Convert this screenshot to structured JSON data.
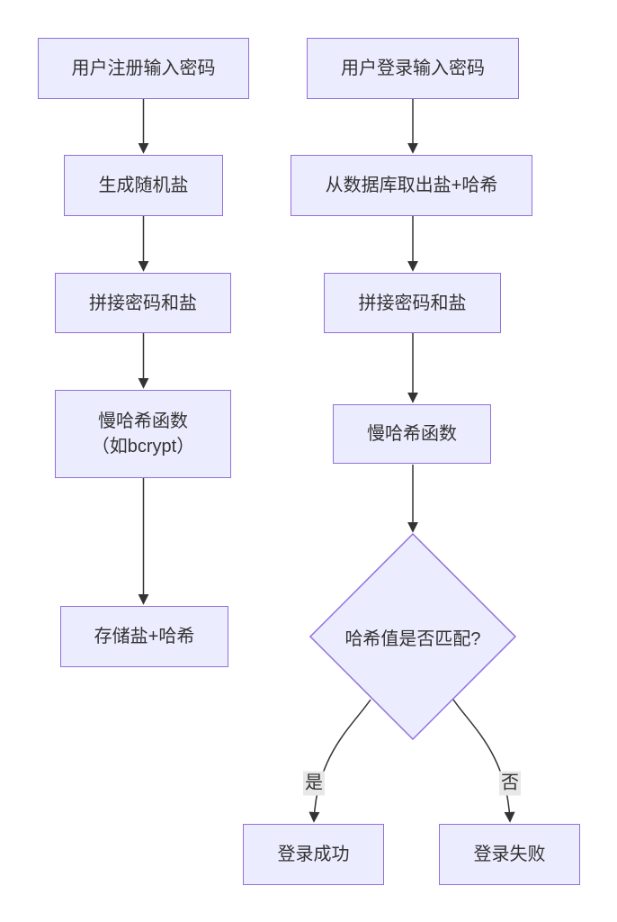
{
  "diagram": {
    "type": "flowchart",
    "colors": {
      "node_fill": "#ECECFF",
      "node_border": "#9370DB",
      "edge_line": "#333333",
      "text": "#333333",
      "edge_label_bg": "#e8e8e8",
      "background": "#ffffff"
    },
    "registration_flow": {
      "step1": "用户注册输入密码",
      "step2": "生成随机盐",
      "step3": "拼接密码和盐",
      "step4_line1": "慢哈希函数",
      "step4_line2": "（如bcrypt）",
      "step5": "存储盐+哈希"
    },
    "login_flow": {
      "step1": "用户登录输入密码",
      "step2": "从数据库取出盐+哈希",
      "step3": "拼接密码和盐",
      "step4": "慢哈希函数",
      "decision": "哈希值是否匹配?",
      "yes_label": "是",
      "no_label": "否",
      "success": "登录成功",
      "failure": "登录失败"
    },
    "edges": [
      {
        "from": "用户注册输入密码",
        "to": "生成随机盐",
        "label": ""
      },
      {
        "from": "生成随机盐",
        "to": "拼接密码和盐",
        "label": ""
      },
      {
        "from": "拼接密码和盐",
        "to": "慢哈希函数（如bcrypt）",
        "label": ""
      },
      {
        "from": "慢哈希函数（如bcrypt）",
        "to": "存储盐+哈希",
        "label": ""
      },
      {
        "from": "用户登录输入密码",
        "to": "从数据库取出盐+哈希",
        "label": ""
      },
      {
        "from": "从数据库取出盐+哈希",
        "to": "拼接密码和盐",
        "label": ""
      },
      {
        "from": "拼接密码和盐",
        "to": "慢哈希函数",
        "label": ""
      },
      {
        "from": "慢哈希函数",
        "to": "哈希值是否匹配?",
        "label": ""
      },
      {
        "from": "哈希值是否匹配?",
        "to": "登录成功",
        "label": "是"
      },
      {
        "from": "哈希值是否匹配?",
        "to": "登录失败",
        "label": "否"
      }
    ]
  }
}
